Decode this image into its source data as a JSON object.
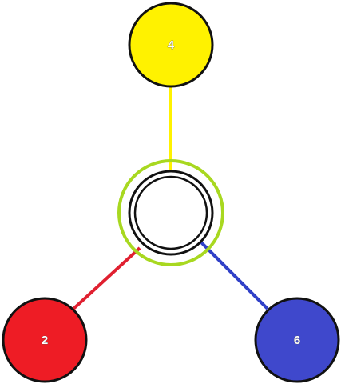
{
  "graph": {
    "center": {
      "selected": true,
      "highlight_color": "#a8d820",
      "fill": "#ffffff",
      "border_color": "#111111"
    },
    "nodes": [
      {
        "id": "top",
        "label": "4",
        "color": "#fff200",
        "edge_color": "#fff200"
      },
      {
        "id": "left",
        "label": "2",
        "color": "#ee1c25",
        "edge_color": "#e02030"
      },
      {
        "id": "right",
        "label": "6",
        "color": "#3f48cc",
        "edge_color": "#3040c8"
      }
    ]
  }
}
